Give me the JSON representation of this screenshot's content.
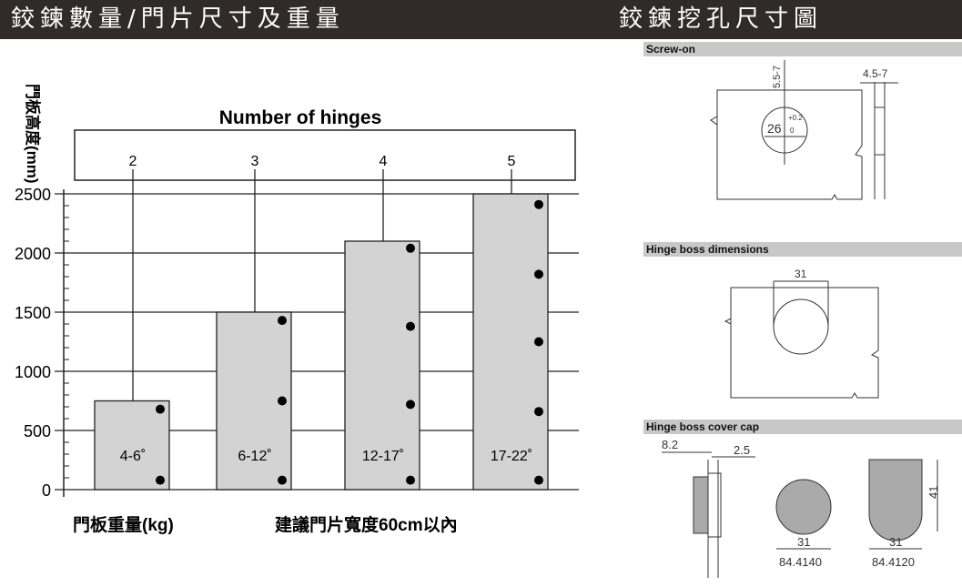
{
  "header": {
    "left_title": "鉸鍊數量/門片尺寸及重量",
    "right_title": "鉸鍊挖孔尺寸圖"
  },
  "chart_data": {
    "type": "bar",
    "title": "Number of hinges",
    "ylabel": "門板高度(mm)",
    "xlabel_left": "門板重量(kg)",
    "xlabel_right": "建議門片寬度60cm以內",
    "ylim": [
      0,
      2500
    ],
    "yticks": [
      0,
      500,
      1000,
      1500,
      2000,
      2500
    ],
    "categories": [
      "2",
      "3",
      "4",
      "5"
    ],
    "values": [
      750,
      1500,
      2100,
      2500
    ],
    "weights": [
      "4-6˚",
      "6-12˚",
      "12-17˚",
      "17-22˚"
    ],
    "hinge_positions": [
      [
        80,
        680
      ],
      [
        80,
        750,
        1430
      ],
      [
        80,
        720,
        1380,
        2040
      ],
      [
        80,
        660,
        1250,
        1820,
        2410
      ]
    ],
    "grid": true,
    "bar_color": "#d3d3d3"
  },
  "diagrams": {
    "screw_on": {
      "label": "Screw-on",
      "dim_top": "5.5-7",
      "dim_side": "4.5-7",
      "hole": "26",
      "tol_plus": "+0.2",
      "tol_minus": "0"
    },
    "boss": {
      "label": "Hinge boss dimensions",
      "dim": "31"
    },
    "cap": {
      "label": "Hinge boss cover cap",
      "dim_a": "8.2",
      "dim_b": "2.5",
      "w1": "31",
      "w2": "31",
      "h2": "41",
      "part1": "84.4140",
      "part2": "84.4120"
    }
  }
}
